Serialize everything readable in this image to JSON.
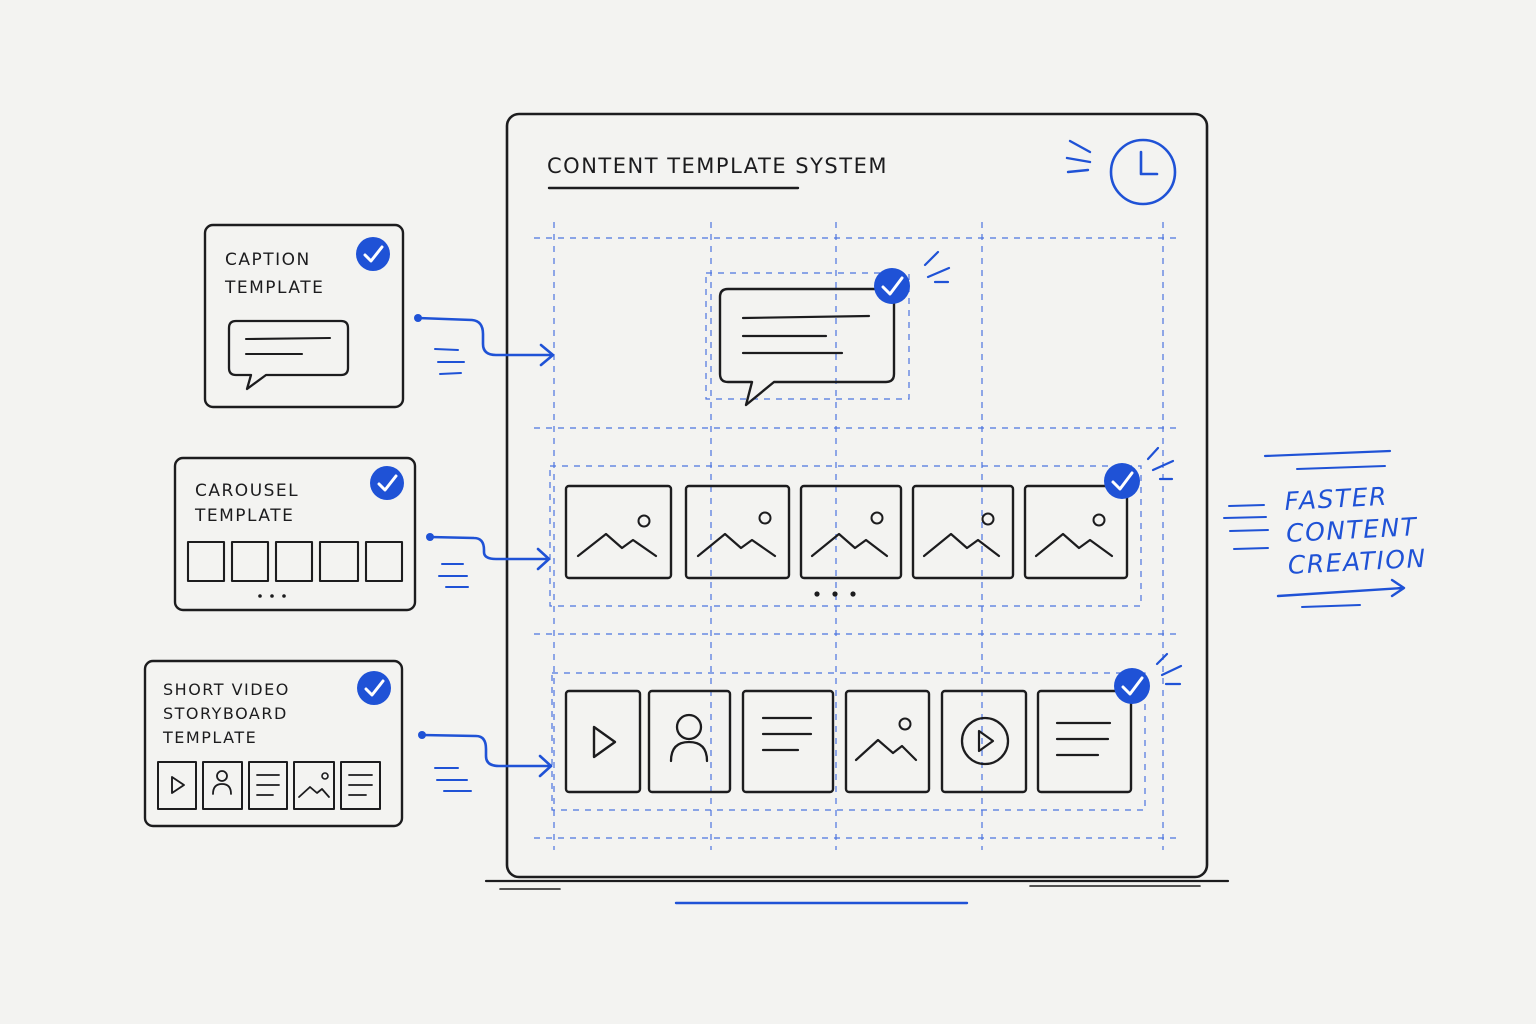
{
  "title": "CONTENT TEMPLATE SYSTEM",
  "templates": {
    "caption": {
      "line1": "CAPTION",
      "line2": "TEMPLATE"
    },
    "carousel": {
      "line1": "CAROUSEL",
      "line2": "TEMPLATE"
    },
    "video": {
      "line1": "SHORT VIDEO",
      "line2": "STORYBOARD",
      "line3": "TEMPLATE"
    }
  },
  "benefit": {
    "line1": "FASTER",
    "line2": "CONTENT",
    "line3": "CREATION"
  },
  "icons": {
    "clock": "clock-icon",
    "check": "checkmark-icon",
    "chat": "chat-bubble-icon",
    "image": "image-icon",
    "play": "play-icon",
    "person": "person-icon",
    "text": "text-lines-icon"
  },
  "colors": {
    "ink": "#1c1c1e",
    "accent": "#1f52d6",
    "background": "#f3f3f1"
  }
}
